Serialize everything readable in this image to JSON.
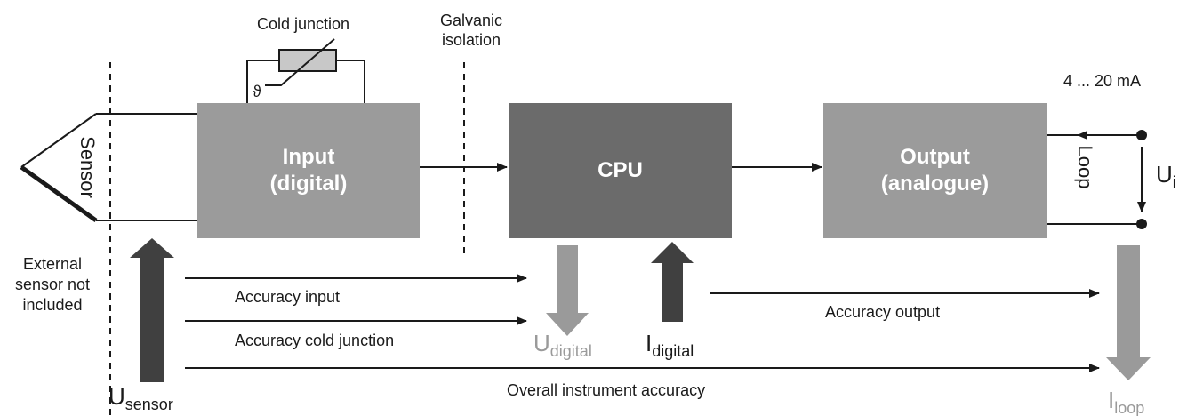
{
  "colors": {
    "input_box": "#9b9b9b",
    "cpu_box": "#6b6b6b",
    "output_box": "#9b9b9b",
    "dark_arrow": "#404040",
    "light_arrow": "#9a9a9a",
    "resistor": "#c8c8c8"
  },
  "blocks": {
    "input": {
      "line1": "Input",
      "line2": "(digital)"
    },
    "cpu": {
      "label": "CPU"
    },
    "output": {
      "line1": "Output",
      "line2": "(analogue)"
    }
  },
  "labels": {
    "cold_junction": "Cold junction",
    "theta": "ϑ",
    "galvanic_line1": "Galvanic",
    "galvanic_line2": "isolation",
    "sensor": "Sensor",
    "loop": "Loop",
    "current_range": "4 ... 20 mA",
    "external_line1": "External",
    "external_line2": "sensor not",
    "external_line3": "included",
    "accuracy_input": "Accuracy input",
    "accuracy_cold_junction": "Accuracy cold junction",
    "accuracy_output": "Accuracy output",
    "overall_accuracy": "Overall instrument accuracy"
  },
  "symbols": {
    "u_sensor": {
      "main": "U",
      "sub": "sensor"
    },
    "u_digital": {
      "main": "U",
      "sub": "digital"
    },
    "i_digital": {
      "main": "I",
      "sub": "digital"
    },
    "i_loop": {
      "main": "I",
      "sub": "loop"
    },
    "u_i": {
      "main": "U",
      "sub": "i"
    }
  }
}
